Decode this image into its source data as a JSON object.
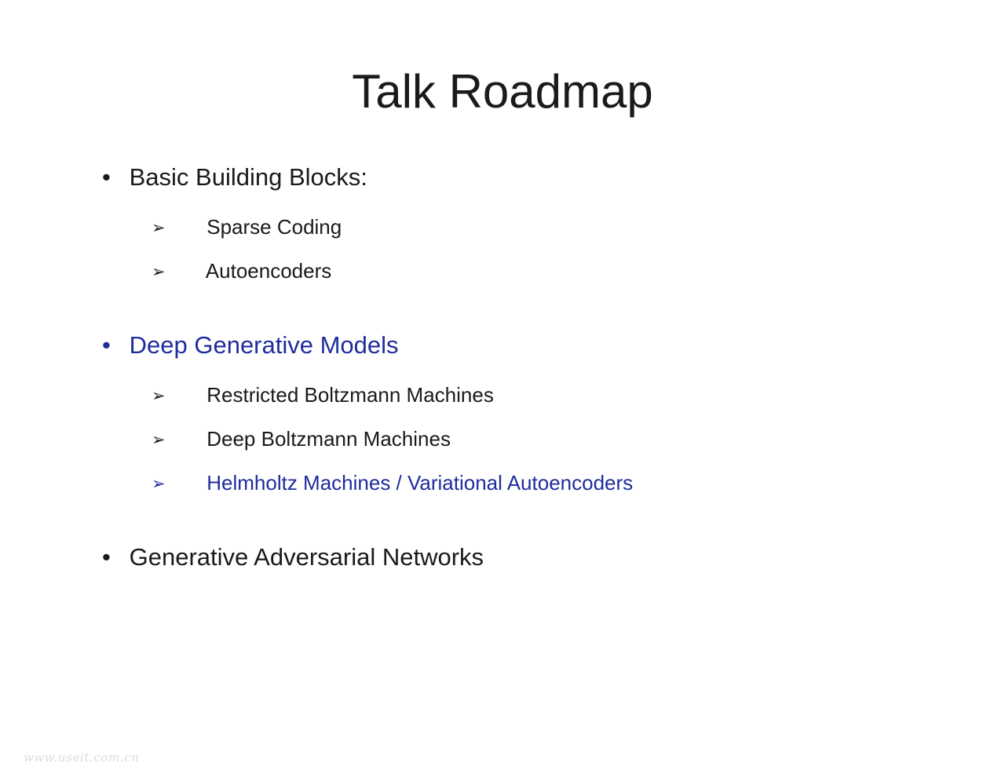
{
  "slide": {
    "title": "Talk Roadmap",
    "bullet_glyph": "•",
    "arrow_glyph": "➢",
    "items": [
      {
        "level": 1,
        "text": "Basic Building Blocks:",
        "color": "black"
      },
      {
        "level": 2,
        "text": "Sparse Coding",
        "color": "black"
      },
      {
        "level": 2,
        "text": "Autoencoders",
        "color": "black"
      },
      {
        "level": 1,
        "text": "Deep Generative Models",
        "color": "blue"
      },
      {
        "level": 2,
        "text": "Restricted Boltzmann Machines",
        "color": "black"
      },
      {
        "level": 2,
        "text": "Deep Boltzmann Machines",
        "color": "black"
      },
      {
        "level": 2,
        "text": "Helmholtz Machines / Variational Autoencoders",
        "color": "blue"
      },
      {
        "level": 1,
        "text": "Generative Adversarial Networks",
        "color": "black"
      }
    ],
    "watermark": "www.useit.com.cn",
    "colors": {
      "background": "#ffffff",
      "text": "#1a1a1a",
      "accent_blue": "#1f2d9c",
      "watermark_gray": "#dcdcdc"
    }
  }
}
